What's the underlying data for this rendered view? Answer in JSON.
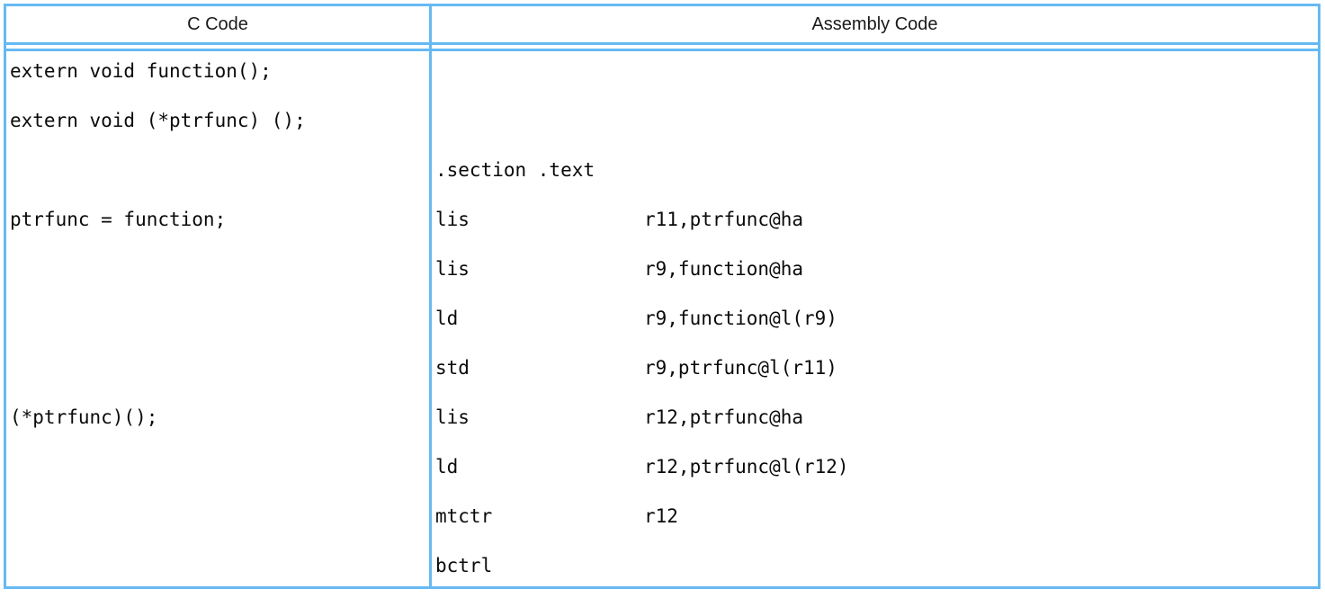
{
  "table": {
    "headers": [
      "C Code",
      "Assembly Code"
    ],
    "border_color": "#66b9f2",
    "text_color": "#0a0a0a"
  },
  "rows": [
    {
      "c": "extern void function();",
      "asm": {
        "mnemonic": "",
        "operands": ""
      }
    },
    {
      "c": "extern void (*ptrfunc) ();",
      "asm": {
        "mnemonic": "",
        "operands": ""
      }
    },
    {
      "c": "",
      "asm": {
        "mnemonic": ".section .text",
        "operands": ""
      }
    },
    {
      "c": "ptrfunc = function;",
      "asm": {
        "mnemonic": "lis",
        "operands": "r11,ptrfunc@ha"
      }
    },
    {
      "c": "",
      "asm": {
        "mnemonic": "lis",
        "operands": "r9,function@ha"
      }
    },
    {
      "c": "",
      "asm": {
        "mnemonic": "ld",
        "operands": "r9,function@l(r9)"
      }
    },
    {
      "c": "",
      "asm": {
        "mnemonic": "std",
        "operands": "r9,ptrfunc@l(r11)"
      }
    },
    {
      "c": "(*ptrfunc)();",
      "asm": {
        "mnemonic": "lis",
        "operands": "r12,ptrfunc@ha"
      }
    },
    {
      "c": "",
      "asm": {
        "mnemonic": "ld",
        "operands": "r12,ptrfunc@l(r12)"
      }
    },
    {
      "c": "",
      "asm": {
        "mnemonic": "mtctr",
        "operands": "r12"
      }
    },
    {
      "c": "",
      "asm": {
        "mnemonic": "bctrl",
        "operands": ""
      }
    }
  ]
}
